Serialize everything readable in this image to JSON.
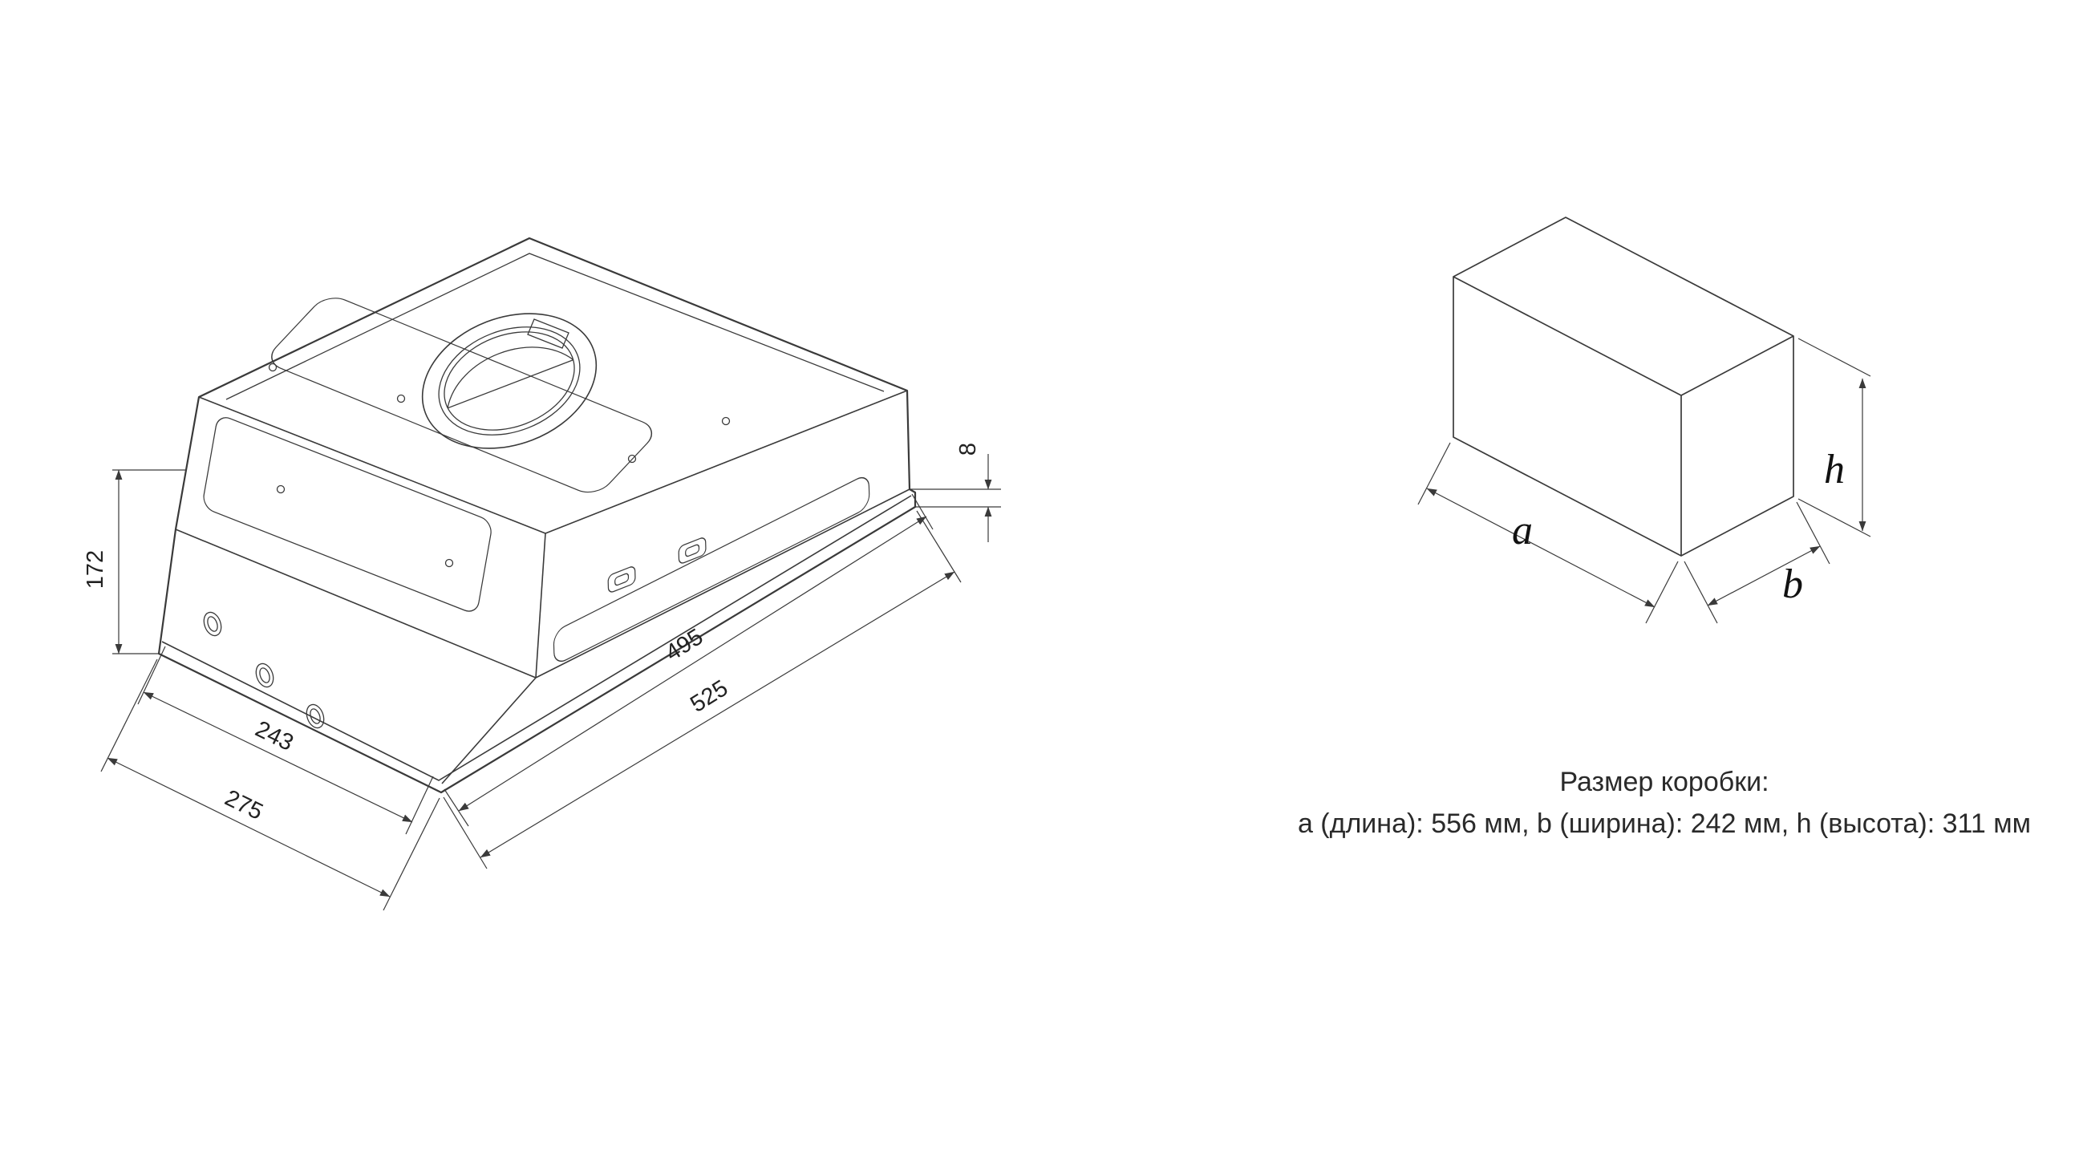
{
  "drawing": {
    "hood": {
      "dims": {
        "height": "172",
        "flange": "8",
        "length_inner": "495",
        "length_outer": "525",
        "width_inner": "243",
        "width_outer": "275"
      }
    },
    "box": {
      "label_a": "a",
      "label_b": "b",
      "label_h": "h"
    }
  },
  "caption": {
    "title": "Размер коробки:",
    "details": "a (длина): 556 мм, b (ширина): 242 мм, h (высота): 311 мм"
  },
  "colors": {
    "line": "#3a3a3a",
    "text": "#222222",
    "background": "#ffffff"
  }
}
